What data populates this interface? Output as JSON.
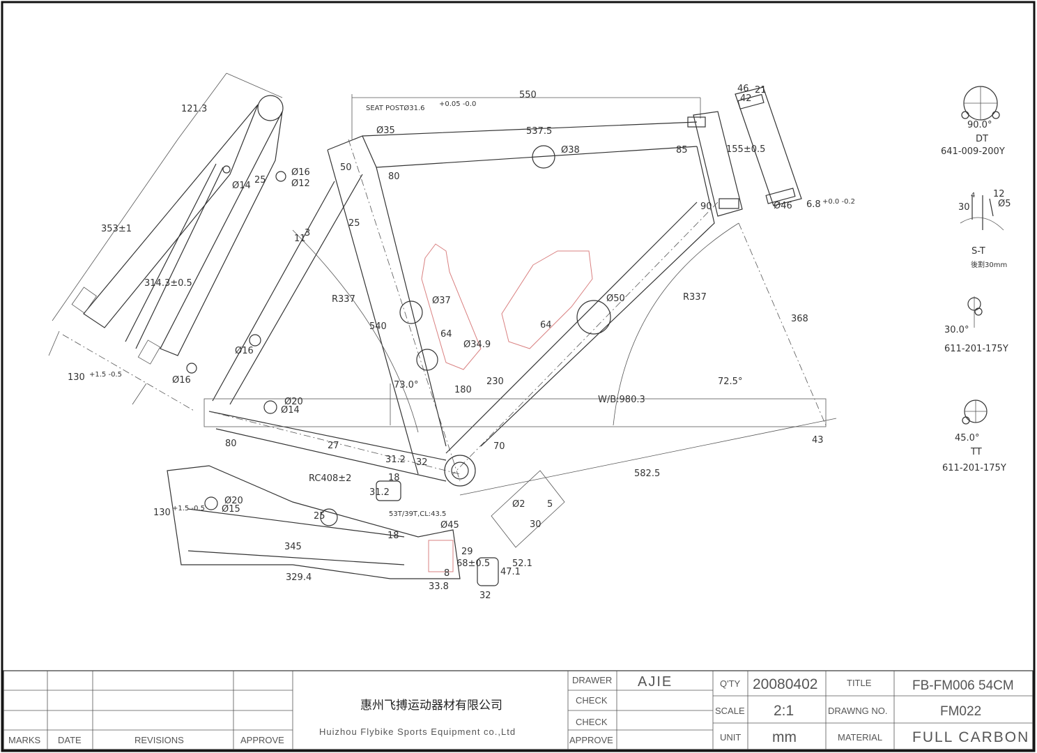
{
  "drawing": {
    "dimensions": {
      "fork_top": "121.3",
      "fork_len": "353±1",
      "fork_inner": "314.3±0.5",
      "fork_d16": "Ø16",
      "fork_d12": "Ø12",
      "fork_d14": "Ø14",
      "fork_25": "25",
      "fork_drop": "130",
      "fork_drop_tol": "+1.5 -0.5",
      "fork_d16b": "Ø16",
      "top_550": "550",
      "seat_post": "SEAT POSTØ31.6",
      "seat_post_tol": "+0.05 -0.0",
      "d35": "Ø35",
      "top_537": "537.5",
      "d38": "Ø38",
      "tt_85": "85",
      "st_50": "50",
      "st_80": "80",
      "st_25": "25",
      "st_11": "11",
      "st_3": "3",
      "ht_46": "46",
      "ht_42": "42",
      "ht_21": "21",
      "ht_155": "155±0.5",
      "ht_d46": "Ø46",
      "ht_68": "6.8",
      "ht_68_tol": "+0.0 -0.2",
      "ht_90": "90",
      "r337a": "R337",
      "r337b": "R337",
      "d37": "Ø37",
      "d50": "Ø50",
      "st_540": "540",
      "dt_368": "368",
      "c64a": "64",
      "c64b": "64",
      "d349": "Ø34.9",
      "ss_d16": "Ø16",
      "a73": "73.0°",
      "a725": "72.5°",
      "b180": "180",
      "b230": "230",
      "wb": "W/B:980.3",
      "d20": "Ø20",
      "d14": "Ø14",
      "cs80": "80",
      "cs27": "27",
      "cs312": "31.2",
      "cs32": "32",
      "bb70": "70",
      "c43": "43",
      "dt5825": "582.5",
      "rc408": "RC408±2",
      "b18": "18",
      "b312": "31.2",
      "d2": "Ø2",
      "b5": "5",
      "b30": "30",
      "r130": "130",
      "r130_tol": "+1.5 -0.5",
      "r_d20": "Ø20",
      "r_d15": "Ø15",
      "r25": "25",
      "chain": "53T/39T,CL:43.5",
      "d45": "Ø45",
      "r18": "18",
      "r345": "345",
      "r3294": "329.4",
      "r29": "29",
      "r68": "68±0.5",
      "r521": "52.1",
      "r471": "47.1",
      "r338": "33.8",
      "r32": "32",
      "r8": "8"
    },
    "details": [
      {
        "angle": "90.0°",
        "name": "DT",
        "part": "641-009-200Y"
      },
      {
        "name": "S-T",
        "note": "後割30mm",
        "dims": [
          "4",
          "12",
          "30",
          "Ø5"
        ]
      },
      {
        "angle": "30.0°",
        "part": "611-201-175Y"
      },
      {
        "angle": "45.0°",
        "name": "TT",
        "part": "611-201-175Y"
      }
    ]
  },
  "title_block": {
    "revisions_headers": [
      "MARKS",
      "DATE",
      "REVISIONS",
      "APPROVE"
    ],
    "company_cn": "惠州飞搏运动器材有限公司",
    "company_en": "Huizhou Flybike Sports Equipment co.,Ltd",
    "drawer_label": "DRAWER",
    "drawer_value": "AJIE",
    "check_label": "CHECK",
    "check2_label": "CHECK",
    "approve_label": "APPROVE",
    "qty_label": "Q'TY",
    "qty_value": "20080402",
    "scale_label": "SCALE",
    "scale_value": "2:1",
    "unit_label": "UNIT",
    "unit_value": "mm",
    "title_label": "TITLE",
    "title_value": "FB-FM006 54CM",
    "drawing_no_label": "DRAWNG NO.",
    "drawing_no_value": "FM022",
    "material_label": "MATERIAL",
    "material_value": "FULL CARBON"
  }
}
